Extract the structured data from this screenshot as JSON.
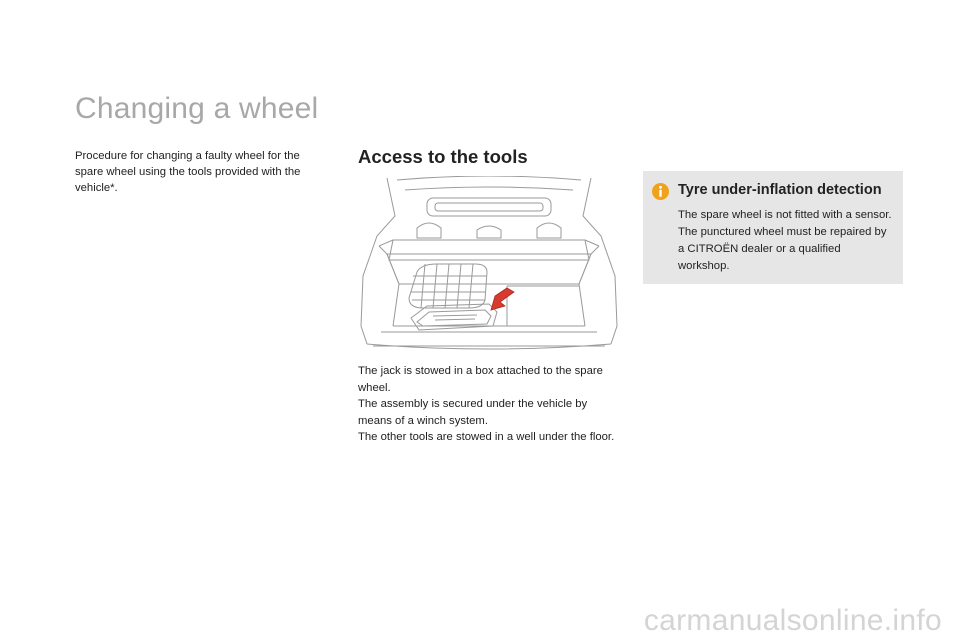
{
  "page": {
    "title": "Changing a wheel",
    "intro": "Procedure for changing a faulty wheel for the spare wheel using the tools provided with the vehicle*."
  },
  "access": {
    "title": "Access to the tools",
    "paragraphs": [
      "The jack is stowed in a box attached to the spare wheel.",
      "The assembly is secured under the vehicle by means of a winch system.",
      "The other tools are stowed in a well under the floor."
    ],
    "illustration_icon": "car-boot-illustration",
    "arrow_color": "#d93a2f"
  },
  "info": {
    "icon": "info-icon",
    "icon_color": "#f0a21a",
    "title": "Tyre under-inflation detection",
    "text": "The spare wheel is not fitted with a sensor. The punctured wheel must be repaired by a CITROËN dealer or a qualified workshop."
  },
  "watermark": "carmanualsonline.info"
}
